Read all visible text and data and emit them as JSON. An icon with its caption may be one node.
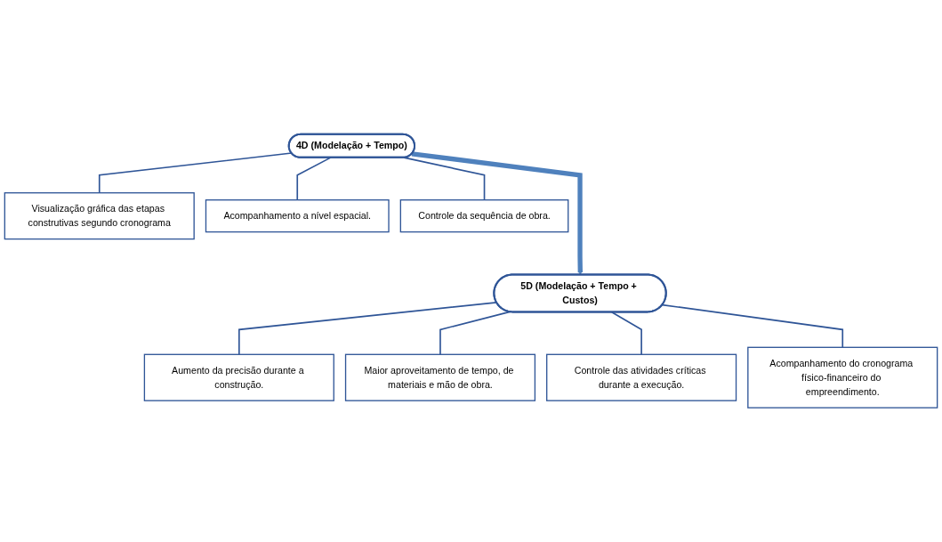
{
  "diagram": {
    "nodes": [
      {
        "text": [
          "4D (Modelação + Tempo)"
        ]
      },
      {
        "text": [
          "Visualização gráfica das etapas construtivas segundo cronograma"
        ]
      },
      {
        "text": [
          "Acompanhamento a nível espacial."
        ]
      },
      {
        "text": [
          "Controle da sequência de obra."
        ]
      },
      {
        "text": [
          "5D (Modelação + Tempo + Custos)"
        ]
      },
      {
        "text": [
          "Aumento da precisão durante a construção."
        ]
      },
      {
        "text": [
          "Maior aproveitamento de tempo, de materiais e mão de obra."
        ]
      },
      {
        "text": [
          "Controle das atividades críticas durante a execução."
        ]
      },
      {
        "text": [
          "Acompanhamento do cronograma físico-financeiro do empreendimento."
        ]
      }
    ],
    "edges": [
      {
        "from": 0,
        "to": 1,
        "arrow": "none"
      },
      {
        "from": 0,
        "to": 2,
        "arrow": "none"
      },
      {
        "from": 0,
        "to": 3,
        "arrow": "none"
      },
      {
        "from": 0,
        "to": 4,
        "arrow": "to",
        "style": "thick",
        "color": "#4f81bd"
      },
      {
        "from": 4,
        "to": 5,
        "arrow": "none"
      },
      {
        "from": 4,
        "to": 6,
        "arrow": "none"
      },
      {
        "from": 4,
        "to": 7,
        "arrow": "none"
      },
      {
        "from": 4,
        "to": 8,
        "arrow": "none"
      }
    ]
  }
}
